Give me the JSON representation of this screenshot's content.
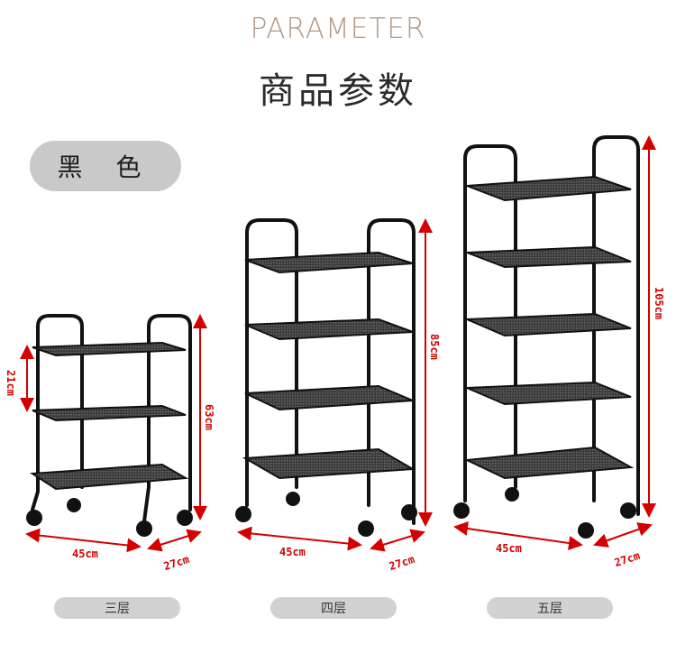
{
  "header": {
    "title_en": "PARAMETER",
    "title_cn": "商品参数"
  },
  "color_badge": {
    "label": "黑 色"
  },
  "colors": {
    "accent": "#b49883",
    "dimension": "#d40000",
    "frame": "#111111",
    "pill": "#c9c9c9"
  },
  "carts": [
    {
      "tier_label": "三层",
      "tiers": 3,
      "width": "45cm",
      "depth": "27cm",
      "height": "63cm",
      "spacing": "21cm"
    },
    {
      "tier_label": "四层",
      "tiers": 4,
      "width": "45cm",
      "depth": "27cm",
      "height": "85cm"
    },
    {
      "tier_label": "五层",
      "tiers": 5,
      "width": "45cm",
      "depth": "27cm",
      "height": "105cm"
    }
  ]
}
